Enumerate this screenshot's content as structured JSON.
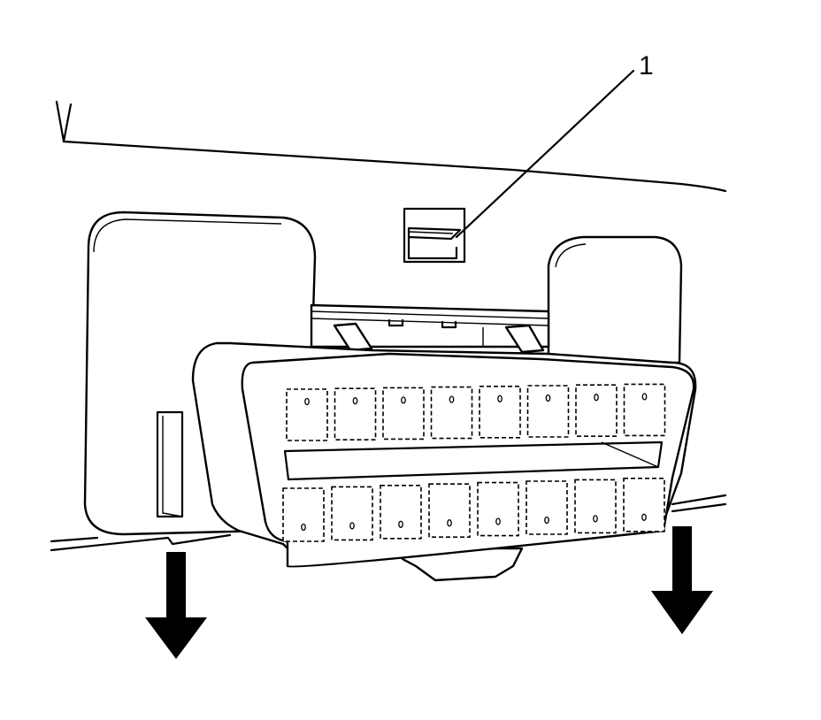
{
  "callouts": [
    {
      "label": "1",
      "target": "connector-release-tab"
    }
  ],
  "arrows": [
    {
      "direction": "down",
      "meaning": "pull-down"
    },
    {
      "direction": "down",
      "meaning": "pull-down"
    }
  ]
}
